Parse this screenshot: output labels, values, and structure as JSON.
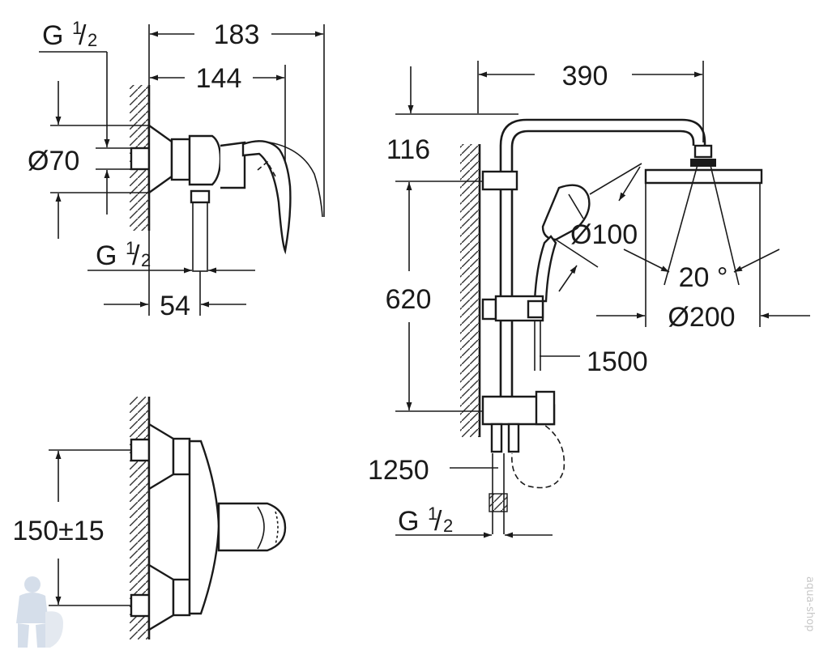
{
  "dimensions": {
    "width_183": "183",
    "width_144": "144",
    "g_top_main": "G",
    "g_top_num": "1",
    "g_top_den": "2",
    "dia_70": "Ø70",
    "g_mid_main": "G",
    "g_mid_num": "1",
    "g_mid_den": "2",
    "width_54": "54",
    "spacing_150": "150±15",
    "width_390": "390",
    "height_116": "116",
    "height_620": "620",
    "dia_100": "Ø100",
    "angle_20": "20 °",
    "dia_200": "Ø200",
    "hose_1500": "1500",
    "hose_1250": "1250",
    "g_bot_main": "G",
    "g_bot_num": "1",
    "g_bot_den": "2"
  },
  "watermark": "aqua-shop"
}
